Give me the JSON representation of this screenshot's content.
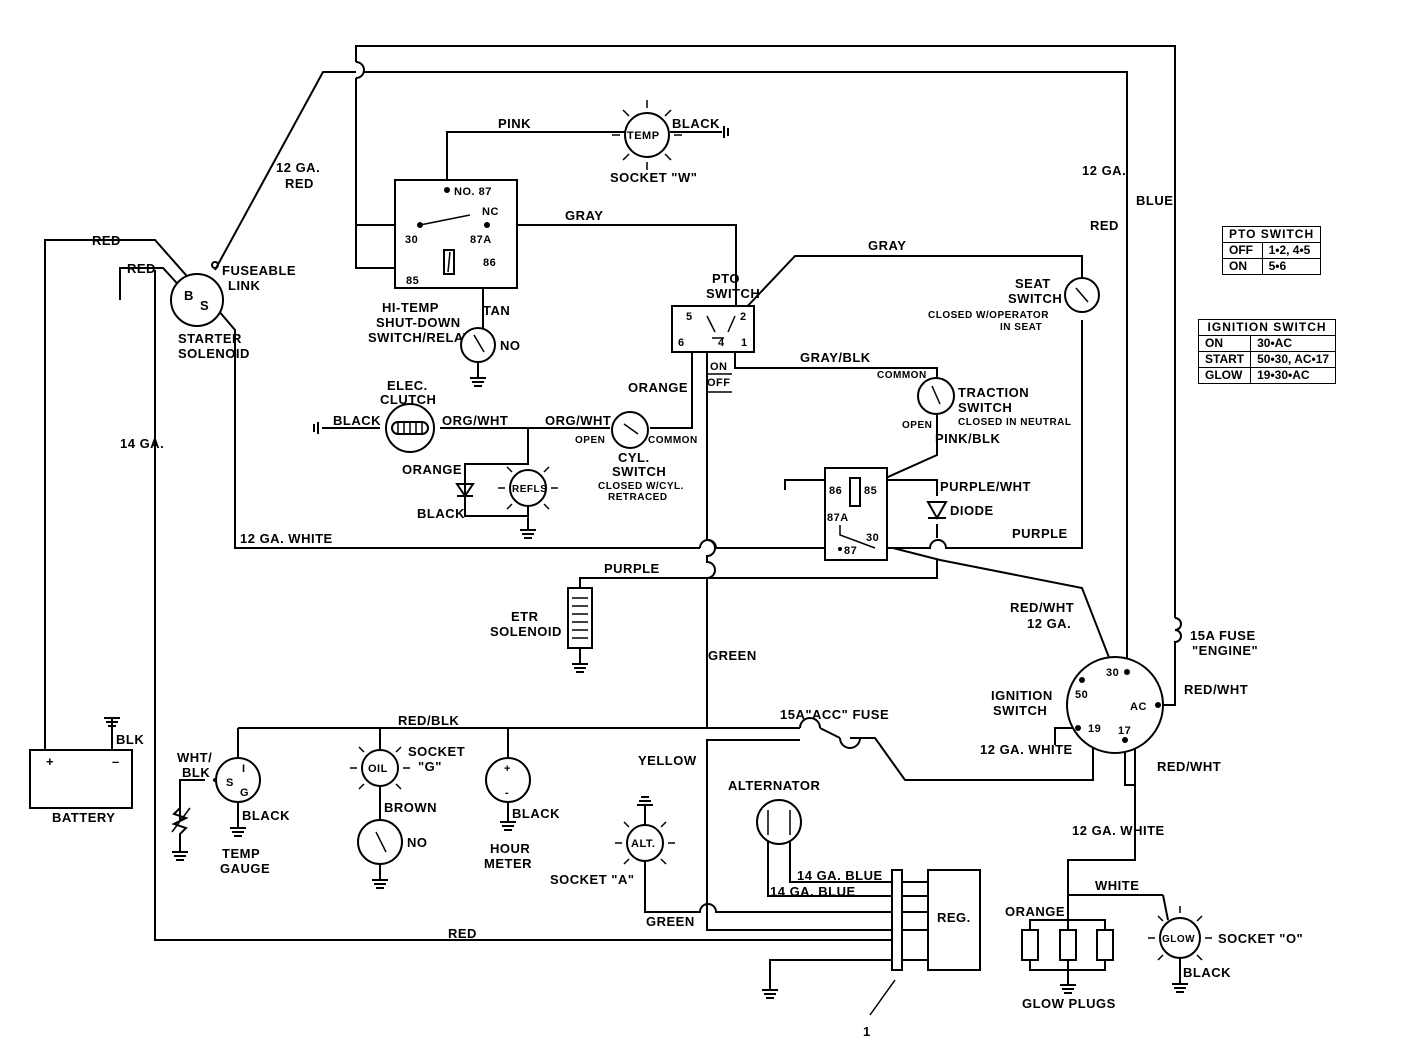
{
  "components": {
    "battery": {
      "name": "BATTERY",
      "pos": "+",
      "neg": "–",
      "ground_label": "BLK"
    },
    "starter_solenoid": {
      "name": [
        "STARTER",
        "SOLENOID"
      ],
      "term_b": "B",
      "term_s": "S",
      "fuse_label": [
        "FUSEABLE",
        "LINK"
      ]
    },
    "hitemp_relay": {
      "name": [
        "HI-TEMP",
        "SHUT-DOWN",
        "SWITCH/RELAY"
      ],
      "t_no87": "NO. 87",
      "t_nc": "NC",
      "t_30": "30",
      "t_87a": "87A",
      "t_85": "85",
      "t_86": "86"
    },
    "hitemp_switch": {
      "state": "NO"
    },
    "temp_light": {
      "label": "TEMP",
      "socket": "SOCKET \"W\""
    },
    "pto_switch": {
      "name": [
        "PTO",
        "SWITCH"
      ],
      "t5": "5",
      "t2": "2",
      "t6": "6",
      "t4": "4",
      "t1": "1",
      "on": "ON",
      "off": "OFF"
    },
    "seat_switch": {
      "name": [
        "SEAT",
        "SWITCH"
      ],
      "note": [
        "CLOSED W/OPERATOR",
        "IN SEAT"
      ]
    },
    "traction_switch": {
      "name": [
        "TRACTION",
        "SWITCH"
      ],
      "note": "CLOSED IN NEUTRAL",
      "common": "COMMON",
      "open": "OPEN"
    },
    "elec_clutch": {
      "name": [
        "ELEC.",
        "CLUTCH"
      ]
    },
    "refls": {
      "label": "REFLS"
    },
    "cyl_switch": {
      "name": [
        "CYL.",
        "SWITCH"
      ],
      "note": [
        "CLOSED W/CYL.",
        "RETRACED"
      ],
      "open": "OPEN",
      "common": "COMMON"
    },
    "etr_relay": {
      "t86": "86",
      "t85": "85",
      "t87a": "87A",
      "t30": "30",
      "t87": "87"
    },
    "diode": {
      "label": "DIODE"
    },
    "etr_solenoid": {
      "name": [
        "ETR",
        "SOLENOID"
      ]
    },
    "ignition_switch": {
      "name": [
        "IGNITION",
        "SWITCH"
      ],
      "t30": "30",
      "t50": "50",
      "tac": "AC",
      "t19": "19",
      "t17": "17"
    },
    "fuse_engine": {
      "name": [
        "15A FUSE",
        "\"ENGINE\""
      ]
    },
    "fuse_acc": {
      "name": "15A\"ACC\" FUSE"
    },
    "temp_gauge": {
      "name": [
        "TEMP",
        "GAUGE"
      ],
      "ts": "S",
      "ti": "I",
      "tg": "G"
    },
    "oil_light": {
      "label": "OIL",
      "socket": [
        "SOCKET",
        "\"G\""
      ]
    },
    "oil_switch": {
      "state": "NO"
    },
    "hour_meter": {
      "name": [
        "HOUR",
        "METER"
      ],
      "plus": "+",
      "minus": "-"
    },
    "alt_light": {
      "label": "ALT.",
      "socket": "SOCKET \"A\""
    },
    "alternator": {
      "name": "ALTERNATOR"
    },
    "regulator": {
      "name": "REG."
    },
    "glow_light": {
      "label": "GLOW",
      "socket": "SOCKET \"O\""
    },
    "glow_plugs": {
      "name": "GLOW PLUGS"
    },
    "callout": {
      "label": "1"
    }
  },
  "wires": {
    "blue": "BLUE",
    "ga12": "12 GA.",
    "red": "RED",
    "ga12_red": [
      "12 GA.",
      "RED"
    ],
    "red_top": "RED",
    "red_mid": "RED",
    "pink": "PINK",
    "black_temp": "BLACK",
    "gray1": "GRAY",
    "gray2": "GRAY",
    "tan": "TAN",
    "gray_blk": "GRAY/BLK",
    "orange1": "ORANGE",
    "black_clutch": "BLACK",
    "org_wht1": "ORG/WHT",
    "org_wht2": "ORG/WHT",
    "orange2": "ORANGE",
    "black2": "BLACK",
    "pink_blk": "PINK/BLK",
    "purple_wht": "PURPLE/WHT",
    "ga12_white1": "12 GA. WHITE",
    "purple1": "PURPLE",
    "purple2": "PURPLE",
    "ga14": "14 GA.",
    "red_wht_12ga": [
      "RED/WHT",
      "12 GA."
    ],
    "green1": "GREEN",
    "red_wht1": "RED/WHT",
    "ga12_white2": "12 GA. WHITE",
    "red_wht2": "RED/WHT",
    "red_blk": "RED/BLK",
    "wht_blk": [
      "WHT/",
      "BLK"
    ],
    "black_gauge": "BLACK",
    "brown": "BROWN",
    "black_meter": "BLACK",
    "yellow": "YELLOW",
    "ga14_blue1": "14 GA. BLUE",
    "ga14_blue2": "14 GA. BLUE",
    "green2": "GREEN",
    "red_bottom": "RED",
    "ga12_white3": "12 GA. WHITE",
    "white": "WHITE",
    "orange3": "ORANGE",
    "black_glow": "BLACK"
  },
  "tables": {
    "pto": {
      "title": "PTO SWITCH",
      "rows": [
        [
          "OFF",
          "1•2, 4•5"
        ],
        [
          "ON",
          "5•6"
        ]
      ]
    },
    "ignition": {
      "title": "IGNITION SWITCH",
      "rows": [
        [
          "ON",
          "30•AC"
        ],
        [
          "START",
          "50•30, AC•17"
        ],
        [
          "GLOW",
          "19•30•AC"
        ]
      ]
    }
  }
}
